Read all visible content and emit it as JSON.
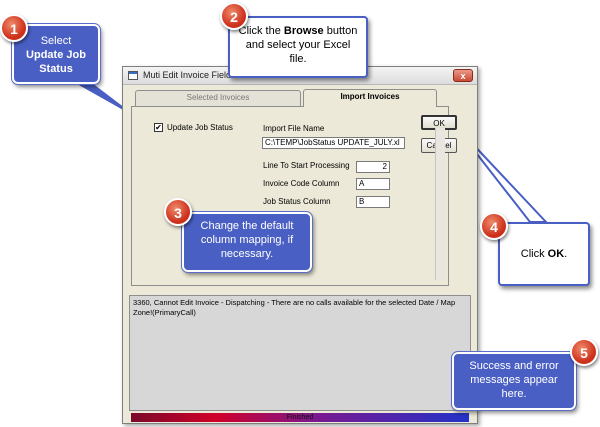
{
  "window": {
    "title": "Muti Edit Invoice Fields",
    "close_label": "x"
  },
  "tabs": [
    {
      "label": "Selected Invoices",
      "active": false
    },
    {
      "label": "Import Invoices",
      "active": true
    }
  ],
  "form": {
    "update_job_status_label": "Update Job Status",
    "update_job_status_checked": true,
    "checkmark": "✔",
    "import_file_name_label": "Import File Name",
    "import_file_name_value": "C:\\TEMP\\JobStatus UPDATE_JULY.xl",
    "line_to_start_label": "Line To Start Processing",
    "line_to_start_value": "2",
    "invoice_code_column_label": "Invoice Code Column",
    "invoice_code_column_value": "A",
    "job_status_column_label": "Job Status Column",
    "job_status_column_value": "B",
    "ok_label": "OK",
    "cancel_label": "Cancel"
  },
  "messages": {
    "text": "3360, Cannot Edit Invoice - Dispatching - There are no calls available for the selected Date / Map Zone!(PrimaryCall)"
  },
  "progress": {
    "label": "Finished",
    "fraction": 1.0
  },
  "callouts": [
    {
      "number": "1",
      "text_plain": "Select",
      "text_bold": "Update Job Status"
    },
    {
      "number": "2",
      "text_pre": "Click the ",
      "text_bold": "Browse",
      "text_post": " button and select your Excel file."
    },
    {
      "number": "3",
      "text_plain": "Change the default column mapping, if necessary."
    },
    {
      "number": "4",
      "text_pre": "Click ",
      "text_bold": "OK",
      "text_post": "."
    },
    {
      "number": "5",
      "text_plain": "Success and error messages appear here."
    }
  ],
  "colors": {
    "callout_blue": "#4a5fc4",
    "badge_red": "#cc2f1a",
    "dialog_bg": "#ece9d8"
  }
}
